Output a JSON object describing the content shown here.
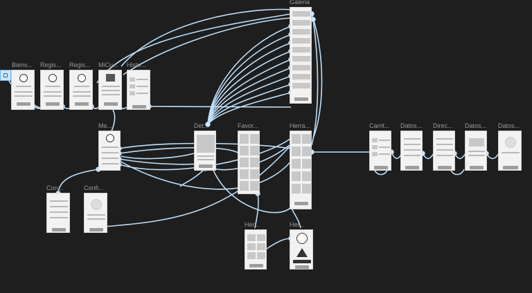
{
  "screens": [
    {
      "id": "bienvenida",
      "label": "Bienv..."
    },
    {
      "id": "registro1",
      "label": "Regis..."
    },
    {
      "id": "registro2",
      "label": "Regis..."
    },
    {
      "id": "micuenta",
      "label": "MiCu..."
    },
    {
      "id": "historial",
      "label": "Histo..."
    },
    {
      "id": "galeria",
      "label": "Galeria"
    },
    {
      "id": "menu",
      "label": "Me..."
    },
    {
      "id": "detalle",
      "label": "Det..."
    },
    {
      "id": "favoritos",
      "label": "Favor..."
    },
    {
      "id": "herramientas",
      "label": "Herra..."
    },
    {
      "id": "carrito",
      "label": "Carrit..."
    },
    {
      "id": "datos1",
      "label": "Datos..."
    },
    {
      "id": "direccion",
      "label": "Direc..."
    },
    {
      "id": "datos2",
      "label": "Datos..."
    },
    {
      "id": "datos3",
      "label": "Datos..."
    },
    {
      "id": "config1",
      "label": "Con..."
    },
    {
      "id": "config2",
      "label": "Confi..."
    },
    {
      "id": "herr2",
      "label": "Her..."
    },
    {
      "id": "herr3",
      "label": "Her..."
    }
  ],
  "colors": {
    "background": "#1e1e1e",
    "wire": "#bfe0fb",
    "screen": "#f2f2f2",
    "label": "#9a9a9a"
  }
}
